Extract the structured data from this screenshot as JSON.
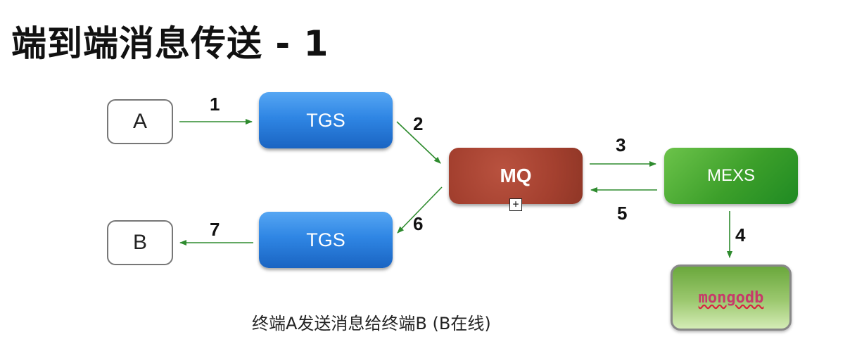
{
  "title": "端到端消息传送 - 1",
  "caption": "终端A发送消息给终端B (B在线)",
  "nodes": {
    "a": "A",
    "tgs_top": "TGS",
    "mq": "MQ",
    "mexs": "MEXS",
    "mongodb": "mongodb",
    "tgs_bottom": "TGS",
    "b": "B"
  },
  "steps": [
    "1",
    "2",
    "3",
    "4",
    "5",
    "6",
    "7"
  ],
  "colors": {
    "arrow": "#2e8b2e",
    "tgs": "#2f86e4",
    "mq": "#a4402f",
    "mexs": "#3c9f2a",
    "mongodb_text": "#c73a6a"
  }
}
